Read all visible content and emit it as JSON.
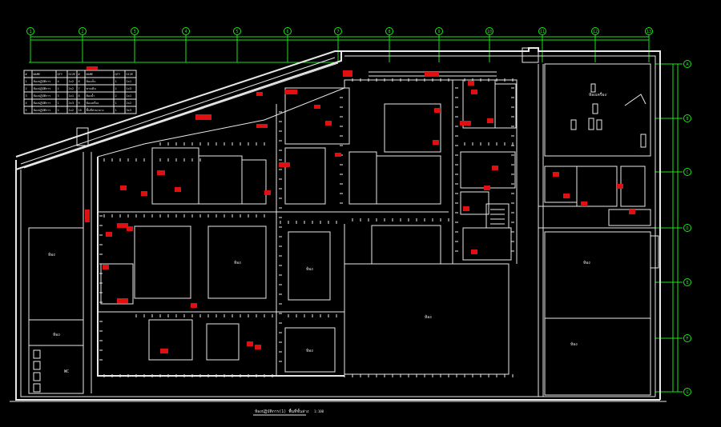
{
  "drawing": {
    "title": "ห้องปฏิบัติการ(1) พื้นที่ชั้นล่าง",
    "scale": "1:100"
  },
  "colors": {
    "background": "#000000",
    "grid": "#19e619",
    "walls": "#e8e8e8",
    "tags": "#e01010"
  },
  "grid_columns": [
    "1",
    "2",
    "3",
    "4",
    "5",
    "6",
    "7",
    "8",
    "9",
    "10",
    "11",
    "12",
    "13"
  ],
  "grid_rows": [
    "A",
    "B",
    "C",
    "D",
    "E",
    "F",
    "G"
  ],
  "legend_table": {
    "header": [
      "#",
      "NAME",
      "QTY",
      "SIZE",
      "#",
      "NAME",
      "QTY",
      "SIZE"
    ],
    "rows": [
      [
        "1",
        "ห้องปฏิบัติการ",
        "4",
        "1x2",
        "6",
        "ห้องเก็บ",
        "1",
        "1x1"
      ],
      [
        "2",
        "ห้องปฏิบัติการ",
        "2",
        "2x2",
        "7",
        "ทางเดิน",
        "2",
        "1x3"
      ],
      [
        "3",
        "ห้องปฏิบัติการ",
        "3",
        "1x1",
        "8",
        "ห้องน้ำ",
        "2",
        "1x1"
      ],
      [
        "4",
        "ห้องปฏิบัติการ",
        "1",
        "2x3",
        "9",
        "ห้องเครื่อง",
        "1",
        "2x2"
      ],
      [
        "5",
        "ห้องปฏิบัติการ",
        "2",
        "1x2",
        "10",
        "พื้นที่ส่วนกลาง",
        "1",
        "3x3"
      ]
    ]
  },
  "room_labels": {
    "left_big": "ห้อง",
    "left_lower": "ห้อง",
    "wc": "WC",
    "right_upper": "ห้องเครื่อง",
    "right_mid": "ห้อง",
    "right_lower": "ห้อง",
    "center_a": "ห้อง",
    "center_b": "ห้อง",
    "center_c": "ห้อง",
    "center_d": "ห้อง"
  },
  "interactions": {
    "pan": "drag",
    "zoom": "scroll"
  }
}
